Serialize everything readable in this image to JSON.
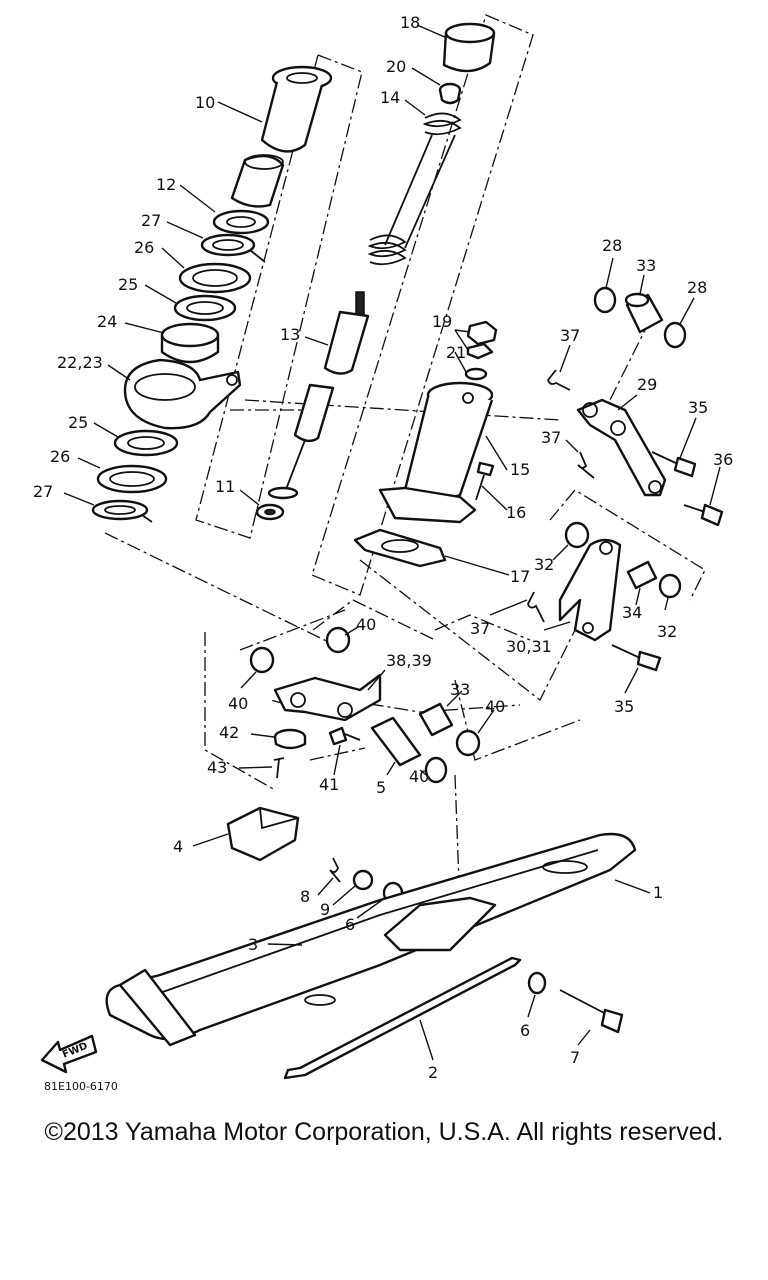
{
  "diagram_code": "81E100-6170",
  "fwd_label": "FWD",
  "copyright": "©2013 Yamaha Motor Corporation, U.S.A. All rights reserved.",
  "callouts": {
    "c1": "1",
    "c2": "2",
    "c3": "3",
    "c4": "4",
    "c5": "5",
    "c6a": "6",
    "c6b": "6",
    "c7": "7",
    "c8": "8",
    "c9": "9",
    "c10": "10",
    "c11": "11",
    "c12": "12",
    "c13": "13",
    "c14": "14",
    "c15": "15",
    "c16": "16",
    "c17": "17",
    "c18": "18",
    "c19": "19",
    "c20": "20",
    "c21": "21",
    "c2223": "22,23",
    "c24": "24",
    "c25a": "25",
    "c25b": "25",
    "c26a": "26",
    "c26b": "26",
    "c27a": "27",
    "c27b": "27",
    "c28a": "28",
    "c28b": "28",
    "c29": "29",
    "c3031": "30,31",
    "c32a": "32",
    "c32b": "32",
    "c33a": "33",
    "c33b": "33",
    "c34": "34",
    "c35a": "35",
    "c35b": "35",
    "c36": "36",
    "c37a": "37",
    "c37b": "37",
    "c37c": "37",
    "c3839": "38,39",
    "c40a": "40",
    "c40b": "40",
    "c40c": "40",
    "c40d": "40",
    "c41": "41",
    "c42": "42",
    "c43": "43"
  }
}
